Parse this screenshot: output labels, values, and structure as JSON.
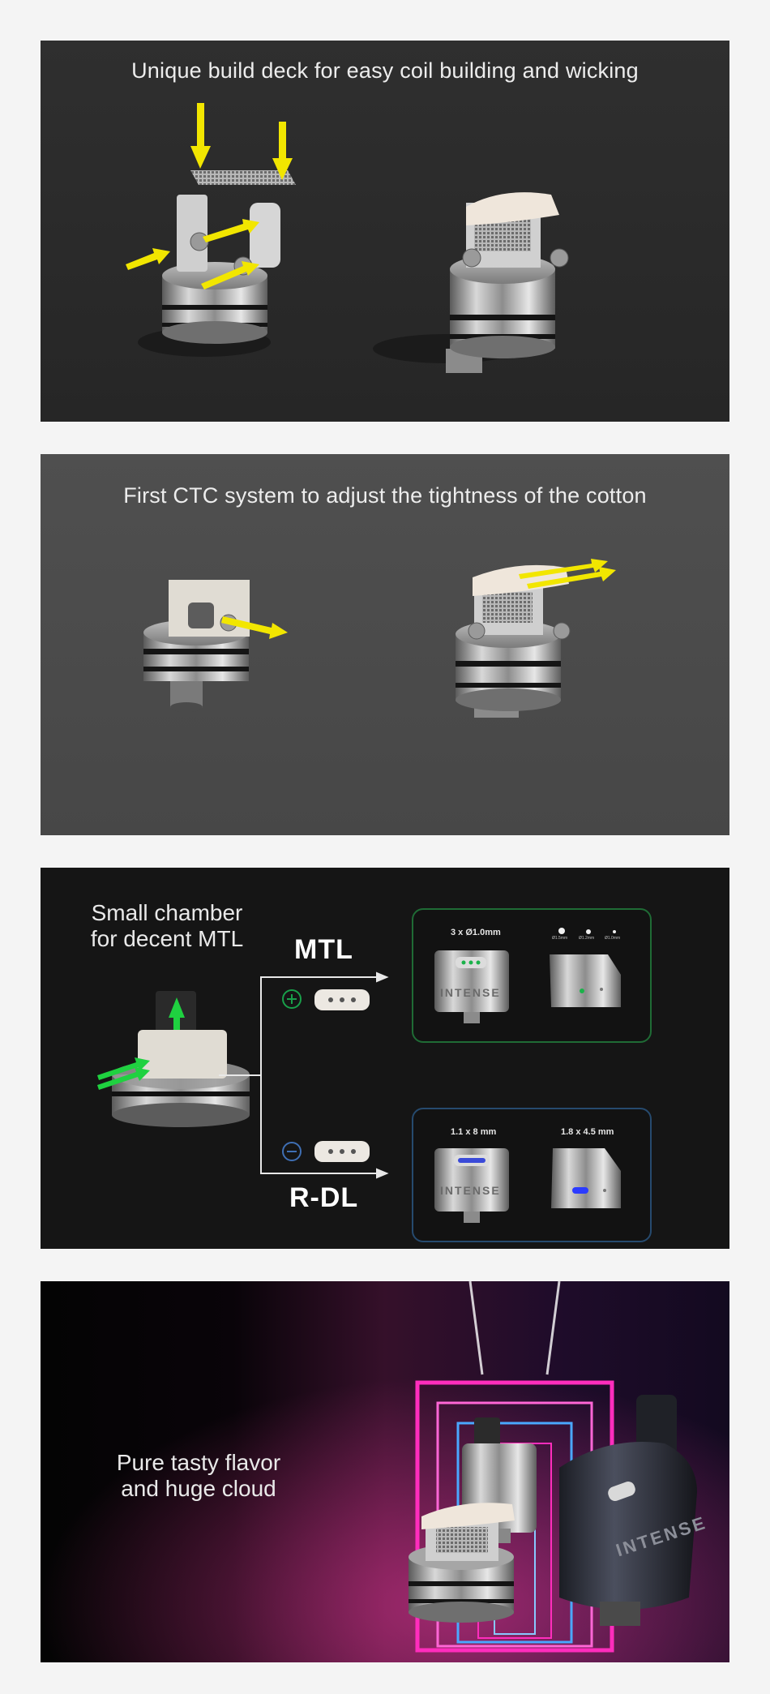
{
  "panels": {
    "build_deck": {
      "headline": "Unique build deck for easy coil building and wicking"
    },
    "ctc": {
      "headline": "First CTC system to adjust the tightness of the cotton"
    },
    "chamber": {
      "headline_line1": "Small chamber",
      "headline_line2": "for decent MTL",
      "mtl": {
        "label": "MTL",
        "insert_spec": "3 x Ø1.0mm",
        "hole_labels": [
          "Ø1.5mm",
          "Ø1.2mm",
          "Ø1.0mm"
        ]
      },
      "rdl": {
        "label": "R-DL",
        "slot_spec": "1.1 x 8 mm",
        "side_spec": "1.8 x 4.5 mm"
      },
      "brand_text": "INTENSE"
    },
    "flavor": {
      "headline_line1": "Pure tasty flavor",
      "headline_line2": "and huge cloud",
      "brand_text": "INTENSE"
    }
  },
  "colors": {
    "arrow_yellow": "#f2e600",
    "mtl_border": "#1f6b35",
    "rdl_border": "#264a6e",
    "plus_green": "#19a04a",
    "minus_blue": "#3f6fb4",
    "neon_pink": "#ff2dbd",
    "neon_blue": "#4aa8ff"
  }
}
